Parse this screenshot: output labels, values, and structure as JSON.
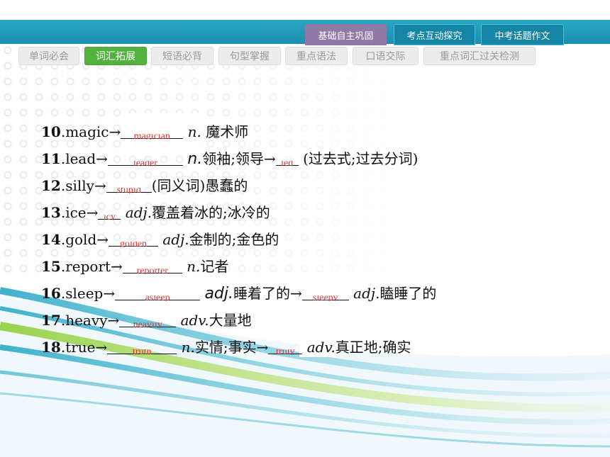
{
  "top_tabs": [
    {
      "label": "基础自主巩固",
      "active": true
    },
    {
      "label": "考点互动探究",
      "active": false
    },
    {
      "label": "中考话题作文",
      "active": false
    }
  ],
  "sub_tabs": [
    {
      "label": "单词必会",
      "active": false
    },
    {
      "label": "词汇拓展",
      "active": true
    },
    {
      "label": "短语必背",
      "active": false
    },
    {
      "label": "句型掌握",
      "active": false
    },
    {
      "label": "重点语法",
      "active": false
    },
    {
      "label": "口语交际",
      "active": false
    },
    {
      "label": "重点词汇过关检测",
      "active": false
    }
  ],
  "lines": [
    {
      "num": "10",
      "word": ".magic→",
      "blank1": "magician",
      "pos1": "n.",
      "mean1": " 魔术师"
    },
    {
      "num": "11",
      "word": ".lead→",
      "blank1": "leader",
      "pos1": "n.",
      "mean1": "领袖;领导→",
      "blank2": "led",
      "tail": " (过去式;过去分词)"
    },
    {
      "num": "12",
      "word": ".silly→",
      "blank1": "stupid",
      "tail": "(同义词)愚蠢的"
    },
    {
      "num": "13",
      "word": ".ice→",
      "blank1": "icy",
      "pos1": "adj.",
      "mean1": "覆盖着冰的;冰冷的"
    },
    {
      "num": "14",
      "word": ".gold→",
      "blank1": "golden",
      "pos1": "adj.",
      "mean1": "金制的;金色的"
    },
    {
      "num": "15",
      "word": ".report→",
      "blank1": "reporter",
      "pos1": "n.",
      "mean1": "记者"
    },
    {
      "num": "16",
      "word": ".sleep→",
      "blank1": "asleep",
      "pos1": "adj.",
      "mean1": "睡着了的→",
      "blank2": "sleepy",
      "pos2": "adj.",
      "mean2": "瞌睡了的"
    },
    {
      "num": "17",
      "word": ".heavy→",
      "blank1": "heavily",
      "pos1": "adv.",
      "mean1": "大量地"
    },
    {
      "num": "18",
      "word": ".true→",
      "blank1": "truth",
      "pos1": "n.",
      "mean1": "实情;事实→",
      "blank2": "truly",
      "pos2": "adv.",
      "mean2": "真正地;确实"
    }
  ]
}
